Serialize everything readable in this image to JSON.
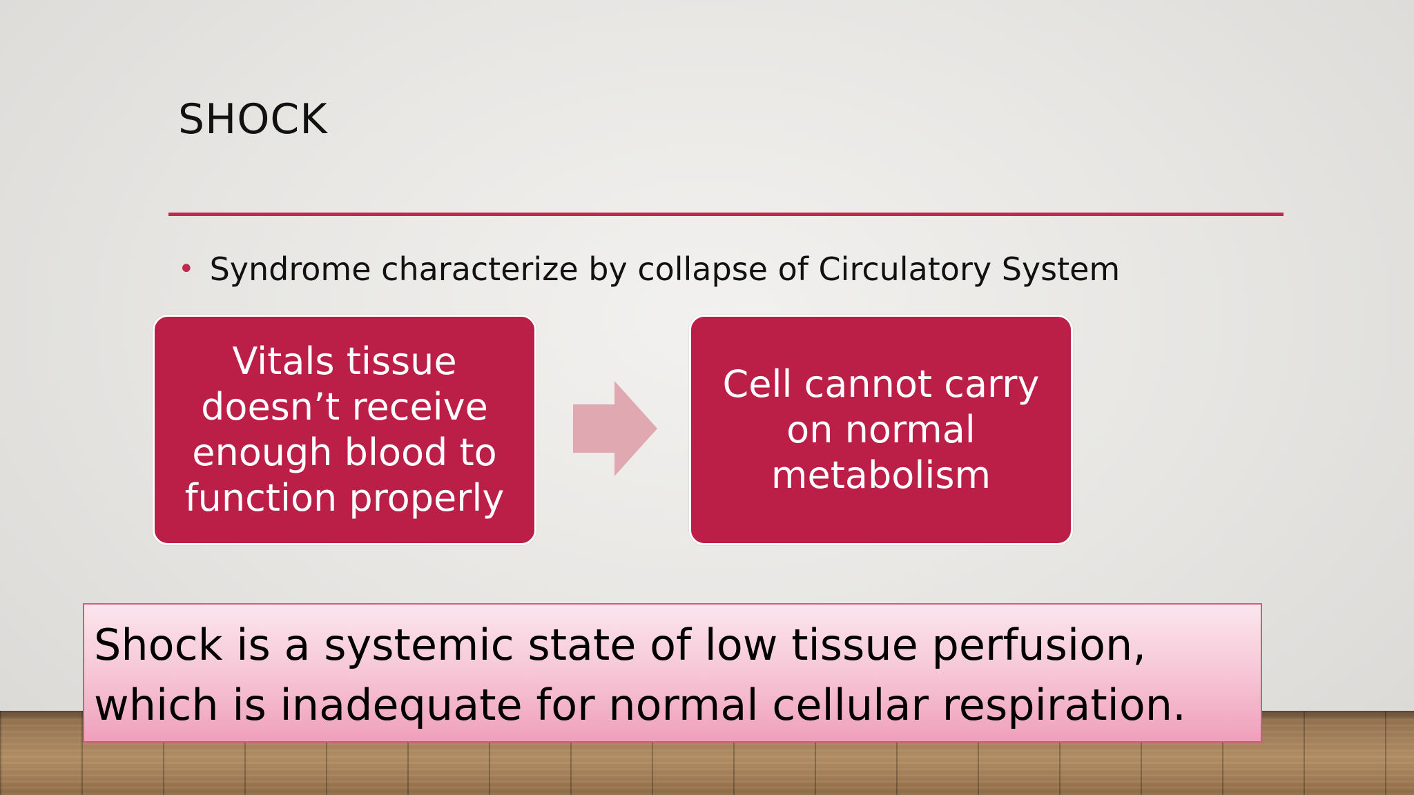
{
  "slide": {
    "title": "SHOCK",
    "bullet": "Syndrome characterize by collapse of Circulatory System",
    "process": {
      "left_box": [
        "Vitals tissue",
        "doesn’t receive",
        "enough blood to",
        "function properly"
      ],
      "arrow_icon": "right-arrow-icon",
      "right_box": [
        "Cell cannot carry",
        "on normal",
        "metabolism"
      ]
    },
    "callout": {
      "line1": "Shock is a systemic state of low tissue perfusion,",
      "line2": "which is inadequate for normal cellular respiration."
    }
  },
  "colors": {
    "accent": "#c0294e",
    "box_fill": "#bb1f47",
    "arrow": "#e0a8b0",
    "callout_top": "#fbe6ee",
    "callout_bottom": "#ef9fbb"
  }
}
